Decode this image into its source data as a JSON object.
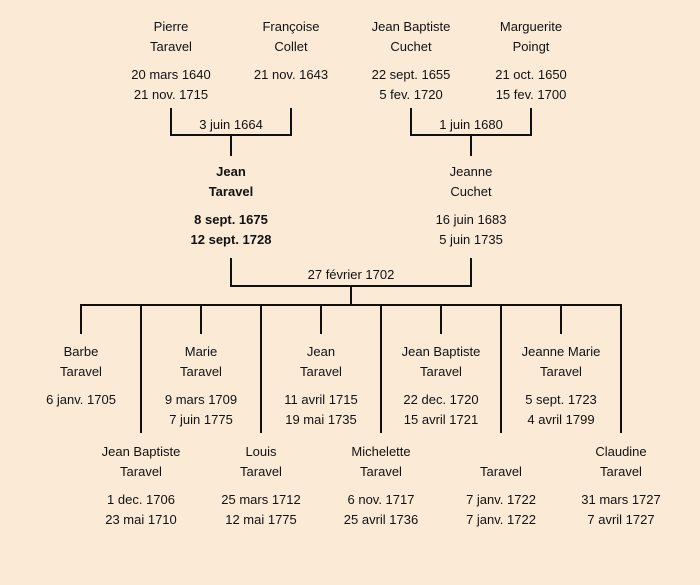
{
  "grandparents": [
    {
      "first": "Pierre",
      "last": "Taravel",
      "birth": "20 mars 1640",
      "death": "21 nov. 1715"
    },
    {
      "first": "Françoise",
      "last": "Collet",
      "birth": "21 nov. 1643",
      "death": ""
    },
    {
      "first": "Jean Baptiste",
      "last": "Cuchet",
      "birth": "22 sept. 1655",
      "death": "5 fev. 1720"
    },
    {
      "first": "Marguerite",
      "last": "Poingt",
      "birth": "21 oct. 1650",
      "death": "15 fev. 1700"
    }
  ],
  "marriages": {
    "taravel_collet": "3 juin 1664",
    "cuchet_poingt": "1 juin 1680",
    "jean_jeanne": "27 février 1702"
  },
  "parents": [
    {
      "first": "Jean",
      "last": "Taravel",
      "birth": "8 sept. 1675",
      "death": "12 sept. 1728"
    },
    {
      "first": "Jeanne",
      "last": "Cuchet",
      "birth": "16 juin 1683",
      "death": "5 juin 1735"
    }
  ],
  "children_upper": [
    {
      "first": "Barbe",
      "last": "Taravel",
      "birth": "6 janv. 1705",
      "death": ""
    },
    {
      "first": "Marie",
      "last": "Taravel",
      "birth": "9 mars 1709",
      "death": "7 juin 1775"
    },
    {
      "first": "Jean",
      "last": "Taravel",
      "birth": "11 avril 1715",
      "death": "19 mai 1735"
    },
    {
      "first": "Jean Baptiste",
      "last": "Taravel",
      "birth": "22 dec. 1720",
      "death": "15 avril 1721"
    },
    {
      "first": "Jeanne Marie",
      "last": "Taravel",
      "birth": "5 sept. 1723",
      "death": "4 avril 1799"
    }
  ],
  "children_lower": [
    {
      "first": "Jean Baptiste",
      "last": "Taravel",
      "birth": "1 dec. 1706",
      "death": "23 mai 1710"
    },
    {
      "first": "Louis",
      "last": "Taravel",
      "birth": "25 mars 1712",
      "death": "12 mai 1775"
    },
    {
      "first": "Michelette",
      "last": "Taravel",
      "birth": "6 nov. 1717",
      "death": "25 avril 1736"
    },
    {
      "first": "",
      "last": "Taravel",
      "birth": "7 janv. 1722",
      "death": "7 janv. 1722"
    },
    {
      "first": "Claudine",
      "last": "Taravel",
      "birth": "31 mars 1727",
      "death": "7 avril 1727"
    }
  ]
}
